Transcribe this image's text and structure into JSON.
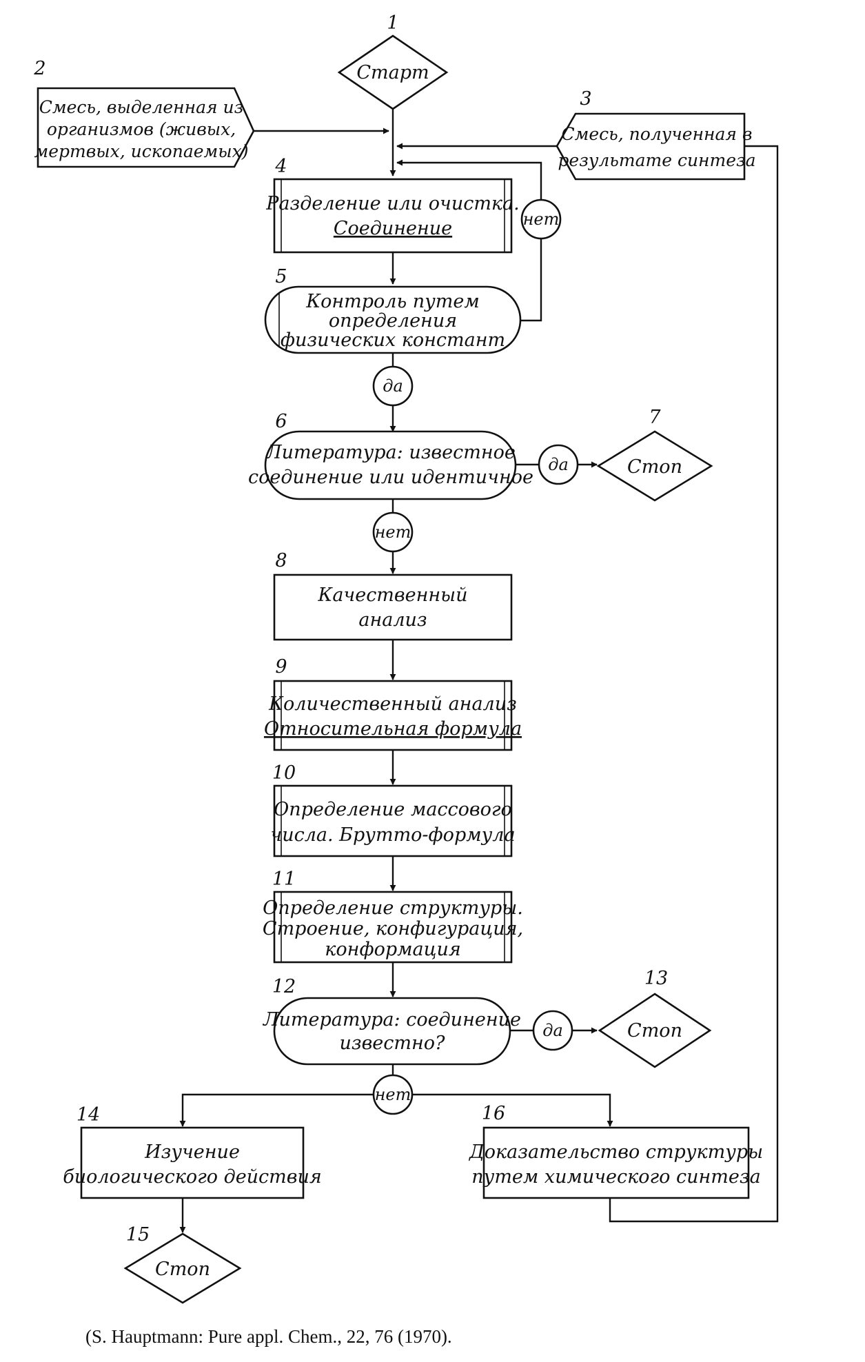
{
  "diagram": {
    "nodes": {
      "n1": {
        "num": "1",
        "lines": [
          "Старт"
        ]
      },
      "n2": {
        "num": "2",
        "lines": [
          "Смесь, выделенная из",
          "организмов (живых,",
          "мертвых, ископаемых)"
        ]
      },
      "n3": {
        "num": "3",
        "lines": [
          "Смесь, полученная в",
          "результате синтеза"
        ]
      },
      "n4": {
        "num": "4",
        "lines": [
          "Разделение или очистка.",
          "Соединение"
        ]
      },
      "n5": {
        "num": "5",
        "lines": [
          "Контроль путем",
          "определения",
          "физических констант"
        ]
      },
      "n6": {
        "num": "6",
        "lines": [
          "Литература: известное",
          "соединение или идентичное"
        ]
      },
      "n7": {
        "num": "7",
        "lines": [
          "Стоп"
        ]
      },
      "n8": {
        "num": "8",
        "lines": [
          "Качественный",
          "анализ"
        ]
      },
      "n9": {
        "num": "9",
        "lines": [
          "Количественный анализ",
          "Относительная формула"
        ]
      },
      "n10": {
        "num": "10",
        "lines": [
          "Определение массового",
          "числа. Брутто-формула"
        ]
      },
      "n11": {
        "num": "11",
        "lines": [
          "Определение структуры.",
          "Строение, конфигурация,",
          "конформация"
        ]
      },
      "n12": {
        "num": "12",
        "lines": [
          "Литература: соединение",
          "известно?"
        ]
      },
      "n13": {
        "num": "13",
        "lines": [
          "Стоп"
        ]
      },
      "n14": {
        "num": "14",
        "lines": [
          "Изучение",
          "биологического действия"
        ]
      },
      "n15": {
        "num": "15",
        "lines": [
          "Стоп"
        ]
      },
      "n16": {
        "num": "16",
        "lines": [
          "Доказательство структуры",
          "путем химического синтеза"
        ]
      }
    },
    "answers": {
      "a5_no": "нет",
      "a5_yes": "да",
      "a6_yes": "да",
      "a6_no": "нет",
      "a12_yes": "да",
      "a12_no": "нет"
    }
  },
  "caption": "(S. Hauptmann: Pure appl. Chem., 22, 76 (1970)."
}
